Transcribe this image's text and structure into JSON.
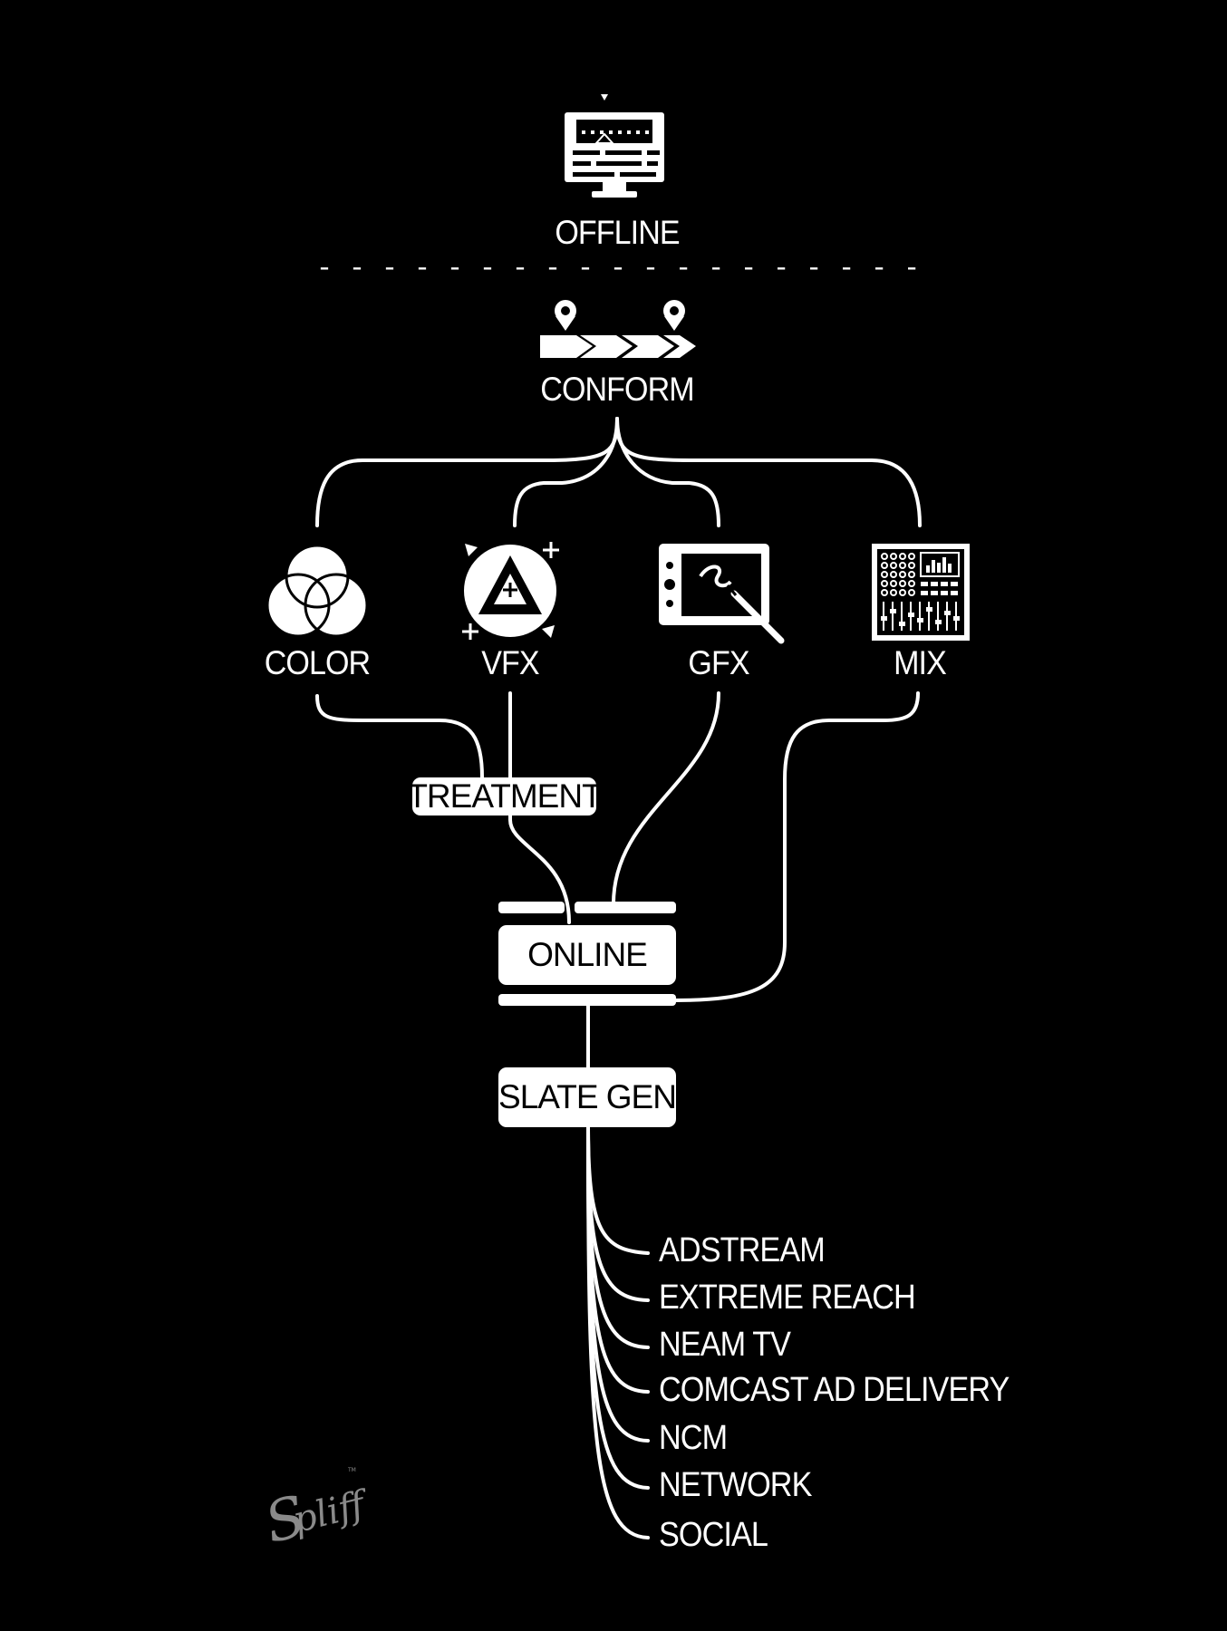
{
  "nodes": {
    "offline": "OFFLINE",
    "conform": "CONFORM",
    "color": "COLOR",
    "vfx": "VFX",
    "gfx": "GFX",
    "mix": "MIX",
    "treatment": "TREATMENT",
    "online": "ONLINE",
    "slate_gen": "SLATE GEN"
  },
  "destinations": [
    "ADSTREAM",
    "EXTREME REACH",
    "NEAM TV",
    "COMCAST AD DELIVERY",
    "NCM",
    "NETWORK",
    "SOCIAL"
  ],
  "icons": {
    "offline": "monitor-timeline-icon",
    "conform": "timeline-markers-icon",
    "color": "color-circles-icon",
    "vfx": "vfx-triangle-icon",
    "gfx": "drawing-tablet-icon",
    "mix": "mixing-console-icon",
    "logo": "spliff-logo"
  },
  "logo_text": "Spliff",
  "colors": {
    "background": "#000000",
    "foreground": "#ffffff",
    "logo": "#8a8a8a"
  }
}
